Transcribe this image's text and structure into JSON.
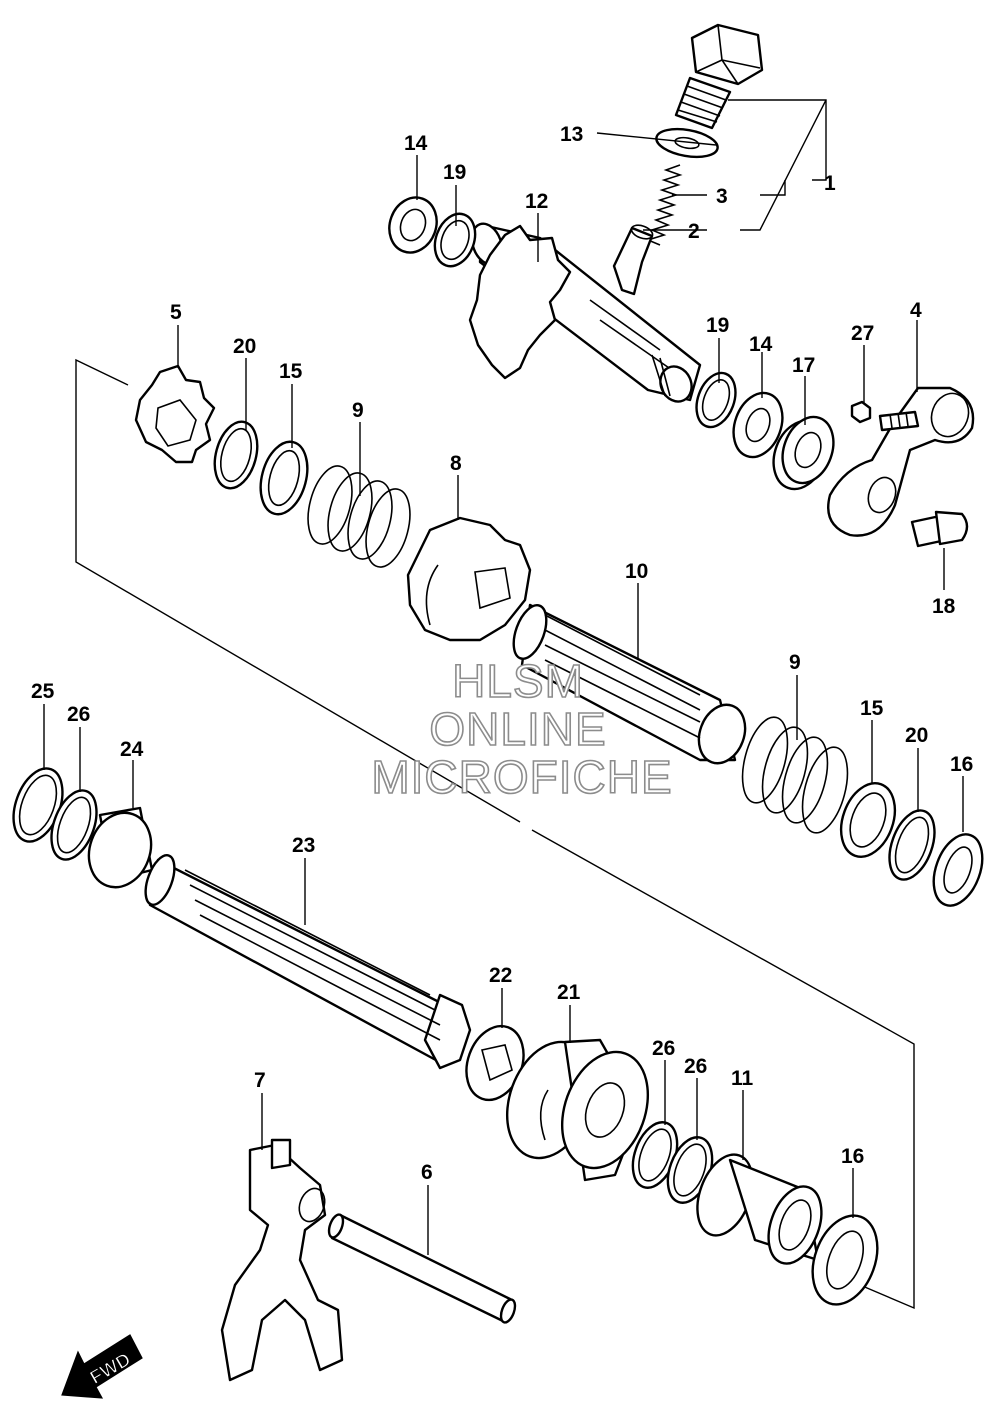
{
  "watermark": {
    "line1": "HLSM",
    "line2": "ONLINE",
    "line3": "MICROFICHE"
  },
  "fwd_label": "FWD",
  "callouts": [
    {
      "id": "c1",
      "label": "1"
    },
    {
      "id": "c2",
      "label": "2"
    },
    {
      "id": "c3",
      "label": "3"
    },
    {
      "id": "c4",
      "label": "4"
    },
    {
      "id": "c5",
      "label": "5"
    },
    {
      "id": "c6",
      "label": "6"
    },
    {
      "id": "c7",
      "label": "7"
    },
    {
      "id": "c8",
      "label": "8"
    },
    {
      "id": "c9a",
      "label": "9"
    },
    {
      "id": "c9b",
      "label": "9"
    },
    {
      "id": "c10",
      "label": "10"
    },
    {
      "id": "c11",
      "label": "11"
    },
    {
      "id": "c12",
      "label": "12"
    },
    {
      "id": "c13",
      "label": "13"
    },
    {
      "id": "c14a",
      "label": "14"
    },
    {
      "id": "c14b",
      "label": "14"
    },
    {
      "id": "c15a",
      "label": "15"
    },
    {
      "id": "c15b",
      "label": "15"
    },
    {
      "id": "c16a",
      "label": "16"
    },
    {
      "id": "c16b",
      "label": "16"
    },
    {
      "id": "c17",
      "label": "17"
    },
    {
      "id": "c18",
      "label": "18"
    },
    {
      "id": "c19a",
      "label": "19"
    },
    {
      "id": "c19b",
      "label": "19"
    },
    {
      "id": "c20a",
      "label": "20"
    },
    {
      "id": "c20b",
      "label": "20"
    },
    {
      "id": "c21",
      "label": "21"
    },
    {
      "id": "c22",
      "label": "22"
    },
    {
      "id": "c23",
      "label": "23"
    },
    {
      "id": "c24",
      "label": "24"
    },
    {
      "id": "c25",
      "label": "25"
    },
    {
      "id": "c26a",
      "label": "26"
    },
    {
      "id": "c26b",
      "label": "26"
    },
    {
      "id": "c26c",
      "label": "26"
    },
    {
      "id": "c27",
      "label": "27"
    }
  ]
}
